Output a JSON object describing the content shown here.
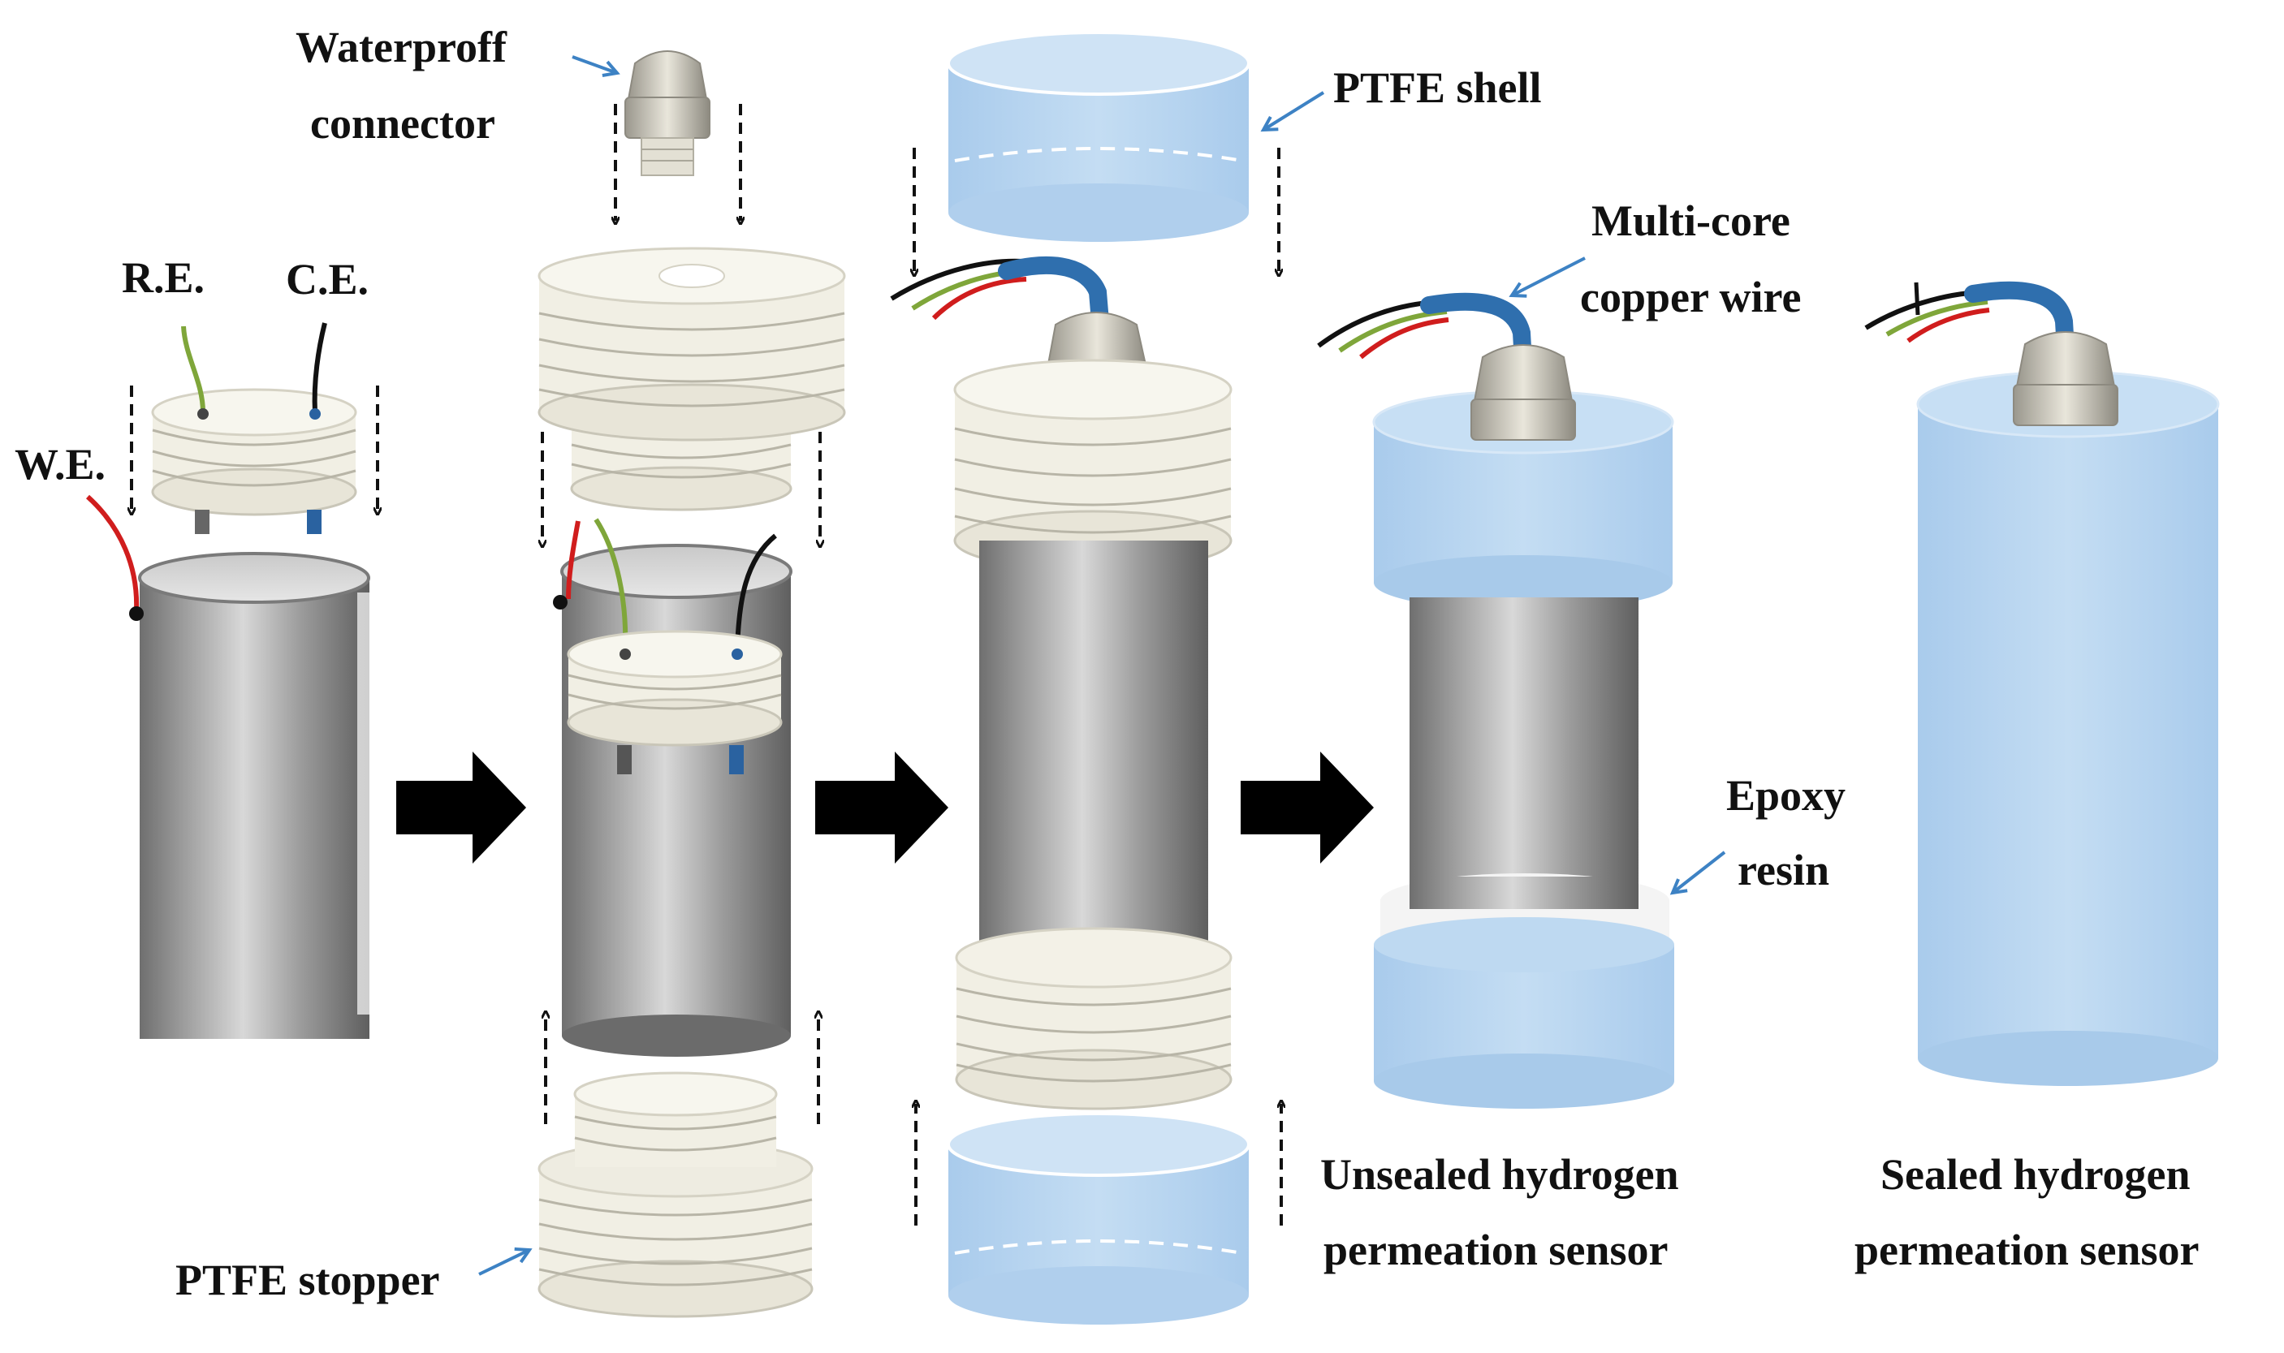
{
  "labels": {
    "waterproof_connector_line1": "Waterproff",
    "waterproof_connector_line2": "connector",
    "ptfe_shell": "PTFE shell",
    "multicore_wire_line1": "Multi-core",
    "multicore_wire_line2": "copper wire",
    "reference_electrode": "R.E.",
    "counter_electrode": "C.E.",
    "working_electrode": "W.E.",
    "epoxy_resin_line1": "Epoxy",
    "epoxy_resin_line2": "resin",
    "ptfe_stopper": "PTFE stopper",
    "unsealed_line1": "Unsealed hydrogen",
    "unsealed_line2": "permeation sensor",
    "sealed_line1": "Sealed hydrogen",
    "sealed_line2": "permeation sensor"
  },
  "colors": {
    "ptfe_white": "#f1efe4",
    "ptfe_shell_blue": "#b6d4ef",
    "metal_gray": "#8c8c8c",
    "callout_arrow": "#3d82c4",
    "wire_red": "#d01d1d",
    "wire_green": "#7fa63a",
    "wire_black": "#111111",
    "cable_blue": "#2f6fae",
    "process_arrow": "#000000"
  },
  "icons": {
    "process_arrow": "right-arrow-icon",
    "assembly_arrow": "dashed-arrow-icon",
    "callout": "callout-arrow-icon"
  }
}
